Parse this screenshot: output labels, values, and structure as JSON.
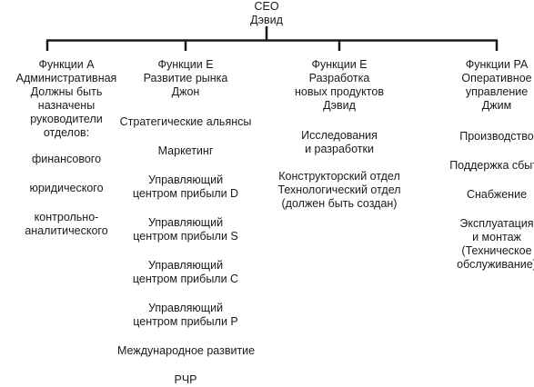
{
  "root": {
    "lines": [
      "CEO",
      "Дэвид"
    ]
  },
  "branches": [
    {
      "header": [
        "Функции А",
        "Административная",
        "Должны быть",
        "назначены",
        "руководители",
        "отделов:"
      ],
      "items": [
        [
          "финансового"
        ],
        [
          "юридического"
        ],
        [
          "контрольно-",
          "аналитического"
        ]
      ]
    },
    {
      "header": [
        "Функции Е",
        "Развитие рынка",
        "Джон"
      ],
      "items": [
        [
          "Стратегические альянсы"
        ],
        [
          "Маркетинг"
        ],
        [
          "Управляющий",
          "центром прибыли D"
        ],
        [
          "Управляющий",
          "центром прибыли S"
        ],
        [
          "Управляющий",
          "центром прибыли С"
        ],
        [
          "Управляющий",
          "центром прибыли Р"
        ],
        [
          "Международное развитие"
        ],
        [
          "РЧР"
        ]
      ]
    },
    {
      "header": [
        "Функции Е",
        "Разработка",
        "новых продуктов",
        "Дэвид"
      ],
      "items": [
        [
          "Исследования",
          "и разработки"
        ],
        [
          "Конструкторский отдел",
          "Технологический отдел",
          "(должен быть создан)"
        ]
      ]
    },
    {
      "header": [
        "Функции РА",
        "Оперативное",
        "управление",
        "Джим"
      ],
      "items": [
        [
          "Производство"
        ],
        [
          "Поддержка сбыта"
        ],
        [
          "Снабжение"
        ],
        [
          "Эксплуатация",
          "и монтаж",
          "(Техническое",
          "обслуживание)"
        ]
      ]
    }
  ],
  "colors": {
    "text": "#1a1a1a",
    "line": "#1a1a1a",
    "background": "#ffffff"
  }
}
